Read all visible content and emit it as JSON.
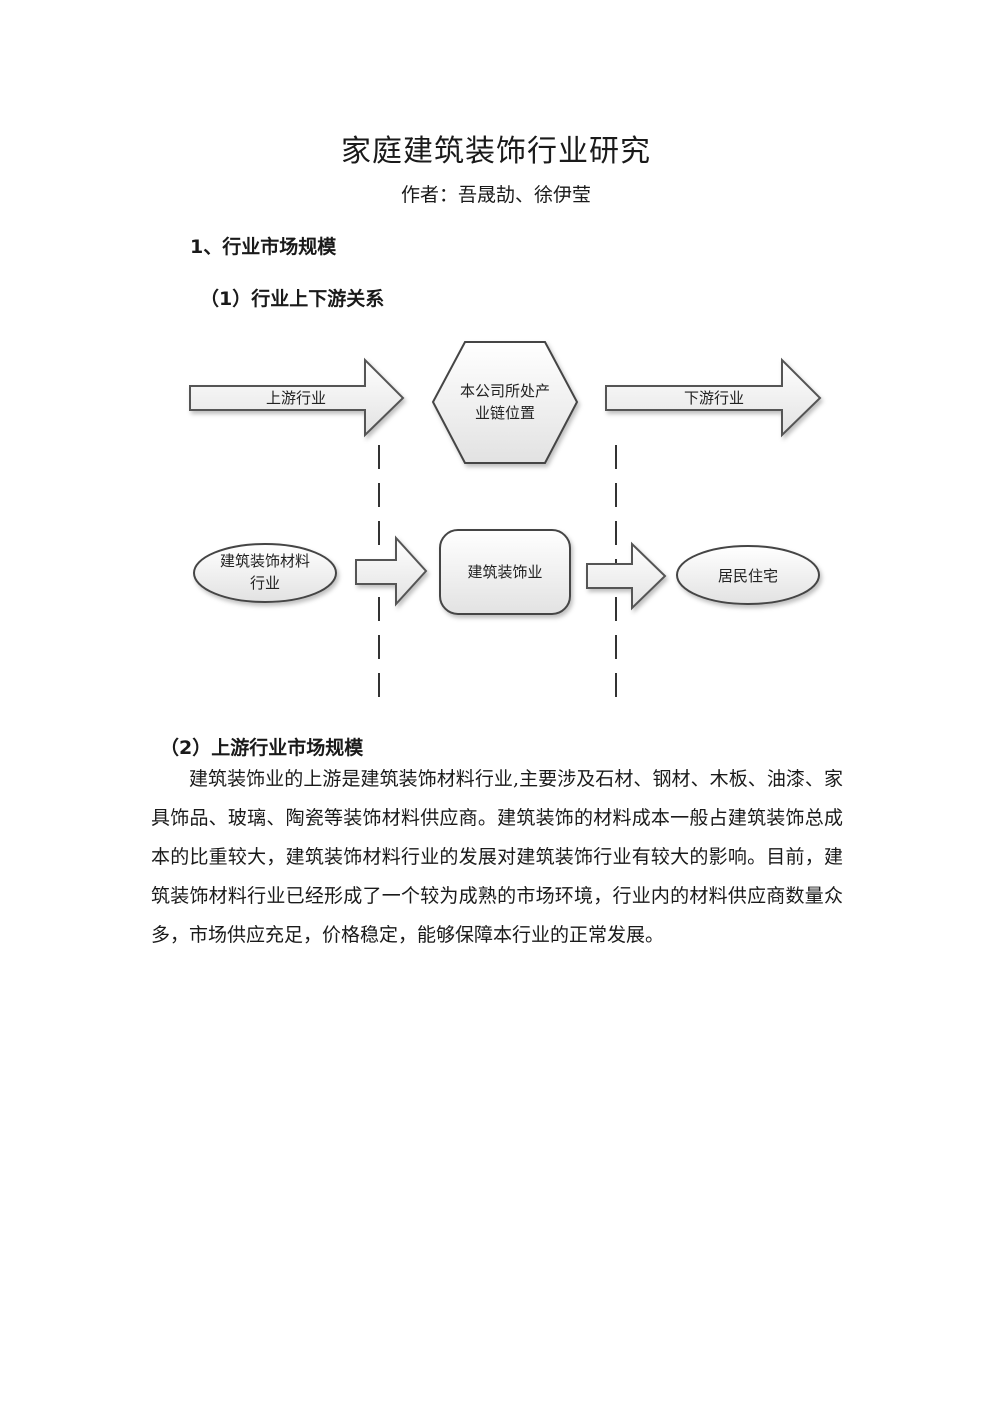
{
  "document": {
    "title": "家庭建筑装饰行业研究",
    "author": "作者：吾晟劼、徐伊莹",
    "section1_heading": "1、行业市场规模",
    "subsection1_heading": "（1）行业上下游关系",
    "subsection2_heading": "（2）上游行业市场规模",
    "paragraph": "建筑装饰业的上游是建筑装饰材料行业,主要涉及石材、钢材、木板、油漆、家具饰品、玻璃、陶瓷等装饰材料供应商。建筑装饰的材料成本一般占建筑装饰总成本的比重较大，建筑装饰材料行业的发展对建筑装饰行业有较大的影响。目前，建筑装饰材料行业已经形成了一个较为成熟的市场环境，行业内的材料供应商数量众多，市场供应充足，价格稳定，能够保障本行业的正常发展。"
  },
  "diagram": {
    "upstream_arrow": "上游行业",
    "company_hex_line1": "本公司所处产",
    "company_hex_line2": "业链位置",
    "downstream_arrow": "下游行业",
    "materials_line1": "建筑装饰材料",
    "materials_line2": "行业",
    "decoration": "建筑装饰业",
    "residence": "居民住宅"
  }
}
